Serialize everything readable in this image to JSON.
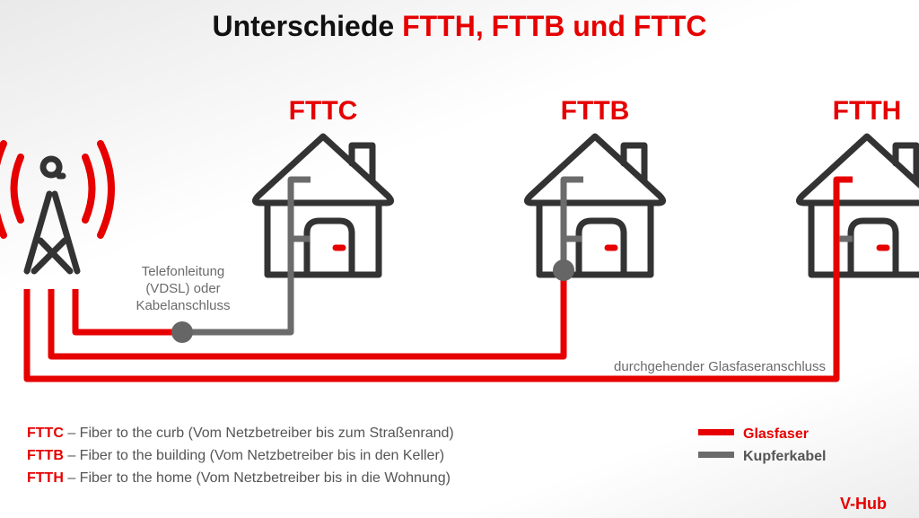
{
  "title": {
    "prefix": "Unterschiede ",
    "highlight": "FTTH, FTTB und FTTC"
  },
  "labels": {
    "fttc": "FTTC",
    "fttb": "FTTB",
    "ftth": "FTTH"
  },
  "annotations": {
    "line1": "Telefonleitung",
    "line2": "(VDSL) oder",
    "line3": "Kabelanschluss",
    "glasfaser": "durchgehender Glasfaseranschluss"
  },
  "definitions": [
    {
      "abbr": "FTTC",
      "text": " – Fiber to the curb (Vom Netzbetreiber bis zum Straßenrand)"
    },
    {
      "abbr": "FTTB",
      "text": " – Fiber to the building (Vom Netzbetreiber bis in den Keller)"
    },
    {
      "abbr": "FTTH",
      "text": " – Fiber to the home (Vom Netzbetreiber bis in die Wohnung)"
    }
  ],
  "legend": [
    {
      "label": "Glasfaser",
      "color": "#e60000"
    },
    {
      "label": "Kupferkabel",
      "color": "#6b6b6b"
    }
  ],
  "brand": "V-Hub"
}
